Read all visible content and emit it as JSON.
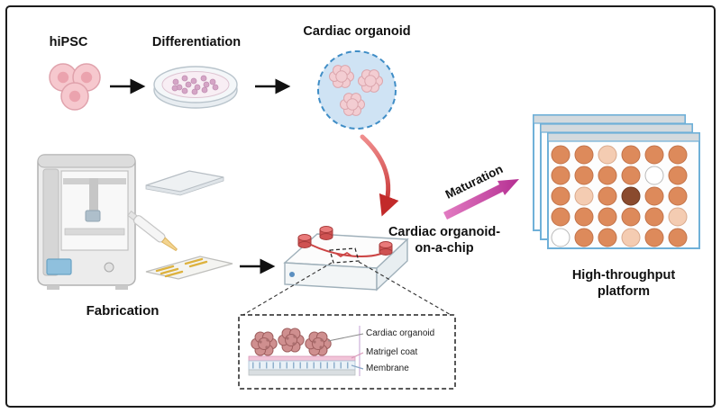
{
  "figure": {
    "steps": {
      "hipsc": "hiPSC",
      "differentiation": "Differentiation",
      "cardiac_organoid": "Cardiac organoid",
      "fabrication": "Fabrication",
      "maturation": "Maturation",
      "chip_title_line1": "Cardiac organoid-",
      "chip_title_line2": "on-a-chip",
      "platform_line1": "High-throughput",
      "platform_line2": "platform"
    },
    "inset_labels": {
      "cardiac_organoid": "Cardiac organoid",
      "matrigel_coat": "Matrigel coat",
      "membrane": "Membrane"
    }
  },
  "colors": {
    "cell_pink": "#f6c8ce",
    "organoid_bubble_fill": "#cfe3f4",
    "organoid_bubble_border": "#3f8dc6",
    "red_arrow": "#c43030",
    "maturation_pink": "#bf3d9b",
    "plate_border": "#6fb0d8",
    "well_orange": "#dd8a5b"
  },
  "well_plate": {
    "cols": 6,
    "rows": 5,
    "grid": [
      [
        "o",
        "o",
        "l",
        "o",
        "o",
        "o"
      ],
      [
        "o",
        "o",
        "o",
        "o",
        "w",
        "o"
      ],
      [
        "o",
        "l",
        "o",
        "d",
        "o",
        "o"
      ],
      [
        "o",
        "o",
        "o",
        "o",
        "o",
        "l"
      ],
      [
        "w",
        "o",
        "o",
        "l",
        "o",
        "o"
      ]
    ],
    "palette": {
      "o": "#dd8a5b",
      "l": "#f4ccb2",
      "w": "#ffffff",
      "d": "#8a4b2e"
    },
    "stroke": {
      "o": "#c2734a",
      "l": "#d9a98c",
      "w": "#b9b9b9",
      "d": "#6e3a22"
    }
  }
}
